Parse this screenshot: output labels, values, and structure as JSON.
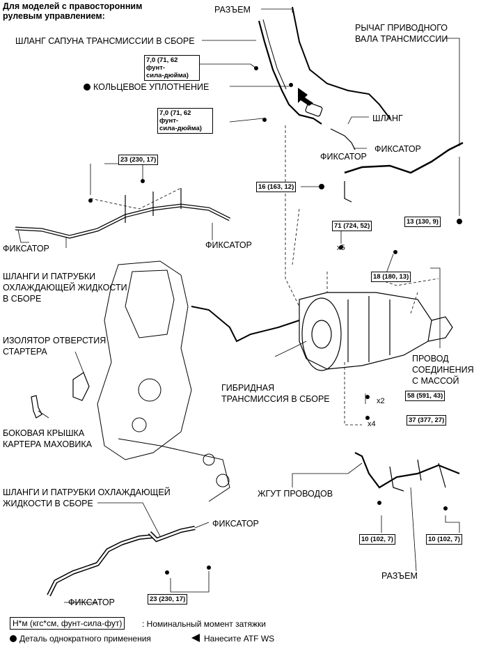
{
  "header": {
    "line1": "Для моделей с правосторонним",
    "line2": "рулевым управлением:"
  },
  "labels": {
    "connector_top": "РАЗЪЕМ",
    "breather_hose": "ШЛАНГ САПУНА ТРАНСМИССИИ В СБОРЕ",
    "o_ring": "КОЛЬЦЕВОЕ УПЛОТНЕНИЕ",
    "hose": "ШЛАНГ",
    "clip_a": "ФИКСАТОР",
    "clip_b": "ФИКСАТОР",
    "drive_shaft_lever_1": "РЫЧАГ ПРИВОДНОГО",
    "drive_shaft_lever_2": "ВАЛА ТРАНСМИССИИ",
    "clip_left": "ФИКСАТОР",
    "clip_mid": "ФИКСАТОР",
    "coolant_hoses_1": "ШЛАНГИ И ПАТРУБКИ",
    "coolant_hoses_2": "ОХЛАЖДАЮЩЕЙ ЖИДКОСТИ",
    "coolant_hoses_3": "В СБОРЕ",
    "starter_insulator_1": "ИЗОЛЯТОР ОТВЕРСТИЯ",
    "starter_insulator_2": "СТАРТЕРА",
    "flywheel_cover_1": "БОКОВАЯ КРЫШКА",
    "flywheel_cover_2": "КАРТЕРА МАХОВИКА",
    "hybrid_trans_1": "ГИБРИДНАЯ",
    "hybrid_trans_2": "ТРАНСМИССИЯ В СБОРЕ",
    "ground_wire_1": "ПРОВОД",
    "ground_wire_2": "СОЕДИНЕНИЯ",
    "ground_wire_3": "С МАССОЙ",
    "wire_harness": "ЖГУТ ПРОВОДОВ",
    "connector_bottom": "РАЗЪЕМ",
    "coolant_hoses_b1": "ШЛАНГИ И ПАТРУБКИ ОХЛАЖДАЮЩЕЙ",
    "coolant_hoses_b2": "ЖИДКОСТИ В СБОРЕ",
    "clip_bottom_right": "ФИКСАТОР",
    "clip_bottom_left": "ФИКСАТОР"
  },
  "torques": {
    "t1_line1": "7,0 (71, 62 фунт-",
    "t1_line2": "сила-дюйма)",
    "t2_line1": "7,0 (71, 62 фунт-",
    "t2_line2": "сила-дюйма)",
    "t3": "23 (230, 17)",
    "t4": "16 (163, 12)",
    "t5": "13 (130, 9)",
    "t6": "71 (724, 52)",
    "t7": "18 (180, 13)",
    "t8": "58 (591, 43)",
    "t9": "37 (377, 27)",
    "t10": "10 (102, 7)",
    "t11": "10 (102, 7)",
    "t12": "23 (230, 17)"
  },
  "counts": {
    "x5": "x5",
    "x2": "x2",
    "x4": "x4"
  },
  "legend": {
    "torque_unit": "Н*м (кгс*см, фунт-сила-фут)",
    "torque_desc": ": Номинальный момент затяжки",
    "single_use": "Деталь однократного применения",
    "apply_atf": "Нанесите ATF WS"
  }
}
